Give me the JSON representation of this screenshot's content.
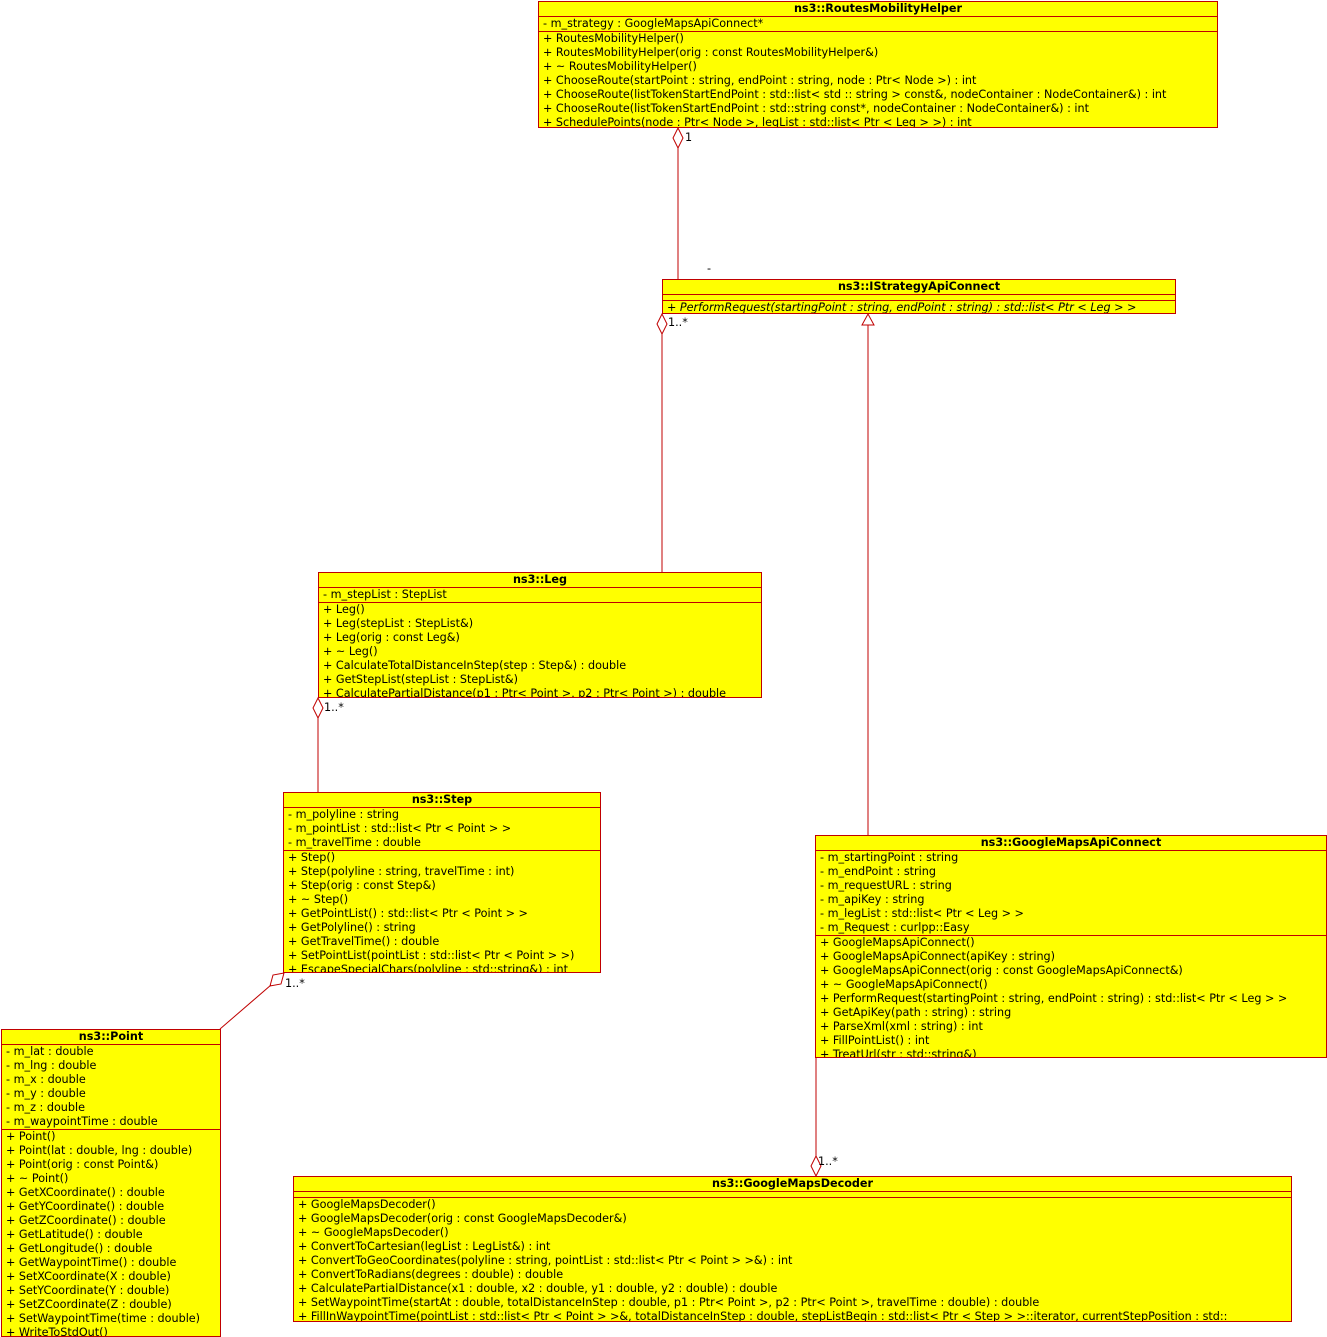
{
  "colors": {
    "box_fill": "#ffff00",
    "box_border": "#c00000",
    "edge": "#c00000",
    "text": "#000000"
  },
  "classes": {
    "routes_mobility_helper": {
      "name": "ns3::RoutesMobilityHelper",
      "attributes": [
        "- m_strategy : GoogleMapsApiConnect*"
      ],
      "operations": [
        "+ RoutesMobilityHelper()",
        "+ RoutesMobilityHelper(orig : const RoutesMobilityHelper&)",
        "+ ~ RoutesMobilityHelper()",
        "+ ChooseRoute(startPoint : string, endPoint : string, node : Ptr< Node >) : int",
        "+ ChooseRoute(listTokenStartEndPoint : std::list< std :: string > const&, nodeContainer : NodeContainer&) : int",
        "+ ChooseRoute(listTokenStartEndPoint : std::string const*, nodeContainer : NodeContainer&) : int",
        "+ SchedulePoints(node : Ptr< Node >, legList : std::list< Ptr < Leg > >) : int"
      ]
    },
    "istrategy_api_connect": {
      "name": "ns3::IStrategyApiConnect",
      "attributes": [],
      "operations": [
        "+ PerformRequest(startingPoint : string, endPoint : string) : std::list< Ptr < Leg > >"
      ]
    },
    "leg": {
      "name": "ns3::Leg",
      "attributes": [
        "- m_stepList : StepList"
      ],
      "operations": [
        "+ Leg()",
        "+ Leg(stepList : StepList&)",
        "+ Leg(orig : const Leg&)",
        "+ ~ Leg()",
        "+ CalculateTotalDistanceInStep(step : Step&) : double",
        "+ GetStepList(stepList : StepList&)",
        "+ CalculatePartialDistance(p1 : Ptr< Point >, p2 : Ptr< Point >) : double"
      ]
    },
    "step": {
      "name": "ns3::Step",
      "attributes": [
        "- m_polyline : string",
        "- m_pointList : std::list< Ptr < Point > >",
        "- m_travelTime : double"
      ],
      "operations": [
        "+ Step()",
        "+ Step(polyline : string, travelTime : int)",
        "+ Step(orig : const Step&)",
        "+ ~ Step()",
        "+ GetPointList() : std::list< Ptr < Point > >",
        "+ GetPolyline() : string",
        "+ GetTravelTime() : double",
        "+ SetPointList(pointList : std::list< Ptr < Point > >)",
        "+ EscapeSpecialChars(polyline : std::string&) : int"
      ]
    },
    "google_maps_api_connect": {
      "name": "ns3::GoogleMapsApiConnect",
      "attributes": [
        "- m_startingPoint : string",
        "- m_endPoint : string",
        "- m_requestURL : string",
        "- m_apiKey : string",
        "- m_legList : std::list< Ptr < Leg > >",
        "- m_Request : curlpp::Easy"
      ],
      "operations": [
        "+ GoogleMapsApiConnect()",
        "+ GoogleMapsApiConnect(apiKey : string)",
        "+ GoogleMapsApiConnect(orig : const GoogleMapsApiConnect&)",
        "+ ~ GoogleMapsApiConnect()",
        "+ PerformRequest(startingPoint : string, endPoint : string) : std::list< Ptr < Leg > >",
        "+ GetApiKey(path : string) : string",
        "+ ParseXml(xml : string) : int",
        "+ FillPointList() : int",
        "+ TreatUrl(str : std::string&)"
      ]
    },
    "point": {
      "name": "ns3::Point",
      "attributes": [
        "- m_lat : double",
        "- m_lng : double",
        "- m_x : double",
        "- m_y : double",
        "- m_z : double",
        "- m_waypointTime : double"
      ],
      "operations": [
        "+ Point()",
        "+ Point(lat : double, lng : double)",
        "+ Point(orig : const Point&)",
        "+ ~ Point()",
        "+ GetXCoordinate() : double",
        "+ GetYCoordinate() : double",
        "+ GetZCoordinate() : double",
        "+ GetLatitude() : double",
        "+ GetLongitude() : double",
        "+ GetWaypointTime() : double",
        "+ SetXCoordinate(X : double)",
        "+ SetYCoordinate(Y : double)",
        "+ SetZCoordinate(Z : double)",
        "+ SetWaypointTime(time : double)",
        "+ WriteToStdOut()"
      ]
    },
    "google_maps_decoder": {
      "name": "ns3::GoogleMapsDecoder",
      "attributes": [],
      "operations": [
        "+ GoogleMapsDecoder()",
        "+ GoogleMapsDecoder(orig : const GoogleMapsDecoder&)",
        "+ ~ GoogleMapsDecoder()",
        "+ ConvertToCartesian(legList : LegList&) : int",
        "+ ConvertToGeoCoordinates(polyline : string, pointList : std::list< Ptr < Point > >&) : int",
        "+ ConvertToRadians(degrees : double) : double",
        "+ CalculatePartialDistance(x1 : double, x2 : double, y1 : double, y2 : double) : double",
        "+ SetWaypointTime(startAt : double, totalDistanceInStep : double, p1 : Ptr< Point >, p2 : Ptr< Point >, travelTime : double) : double",
        "+ FillInWaypointTime(pointList : std::list< Ptr < Point > >&, totalDistanceInStep : double, stepListBegin : std::list< Ptr < Step > >::iterator, currentStepPosition : std::"
      ]
    }
  },
  "relations": {
    "helper_strategy": {
      "mult_source": "1",
      "mult_target": "-"
    },
    "strategy_leg": {
      "mult": "1..*"
    },
    "leg_step": {
      "mult": "1..*"
    },
    "step_point": {
      "mult": "1..*"
    },
    "api_decoder": {
      "mult": "1..*"
    }
  }
}
